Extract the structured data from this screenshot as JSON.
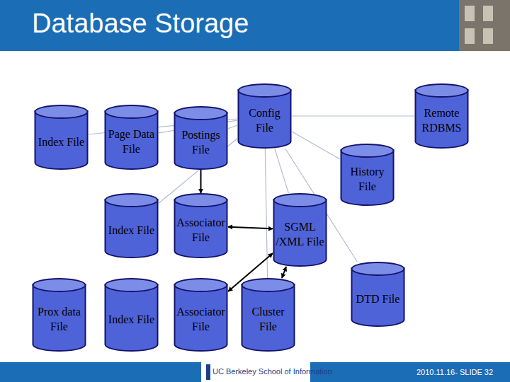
{
  "diagram": {
    "title": "Database Storage",
    "nodes": [
      {
        "text": [
          "Index File"
        ]
      },
      {
        "text": [
          "Page Data File"
        ]
      },
      {
        "text": [
          "Postings File"
        ]
      },
      {
        "text": [
          "Config File"
        ]
      },
      {
        "text": [
          "Remote RDBMS"
        ]
      },
      {
        "text": [
          "History File"
        ]
      },
      {
        "text": [
          "Index File"
        ]
      },
      {
        "text": [
          "Associator File"
        ]
      },
      {
        "text": [
          "SGML /XML File"
        ]
      },
      {
        "text": [
          "Prox data File"
        ]
      },
      {
        "text": [
          "Index File"
        ]
      },
      {
        "text": [
          "Associator File"
        ]
      },
      {
        "text": [
          "Cluster File"
        ]
      },
      {
        "text": [
          "DTD File"
        ]
      }
    ],
    "edges": [
      {
        "from": 3,
        "to": 0,
        "arrow": "none"
      },
      {
        "from": 3,
        "to": 1,
        "arrow": "none"
      },
      {
        "from": 3,
        "to": 2,
        "arrow": "none"
      },
      {
        "from": 3,
        "to": 4,
        "arrow": "none"
      },
      {
        "from": 3,
        "to": 5,
        "arrow": "none"
      },
      {
        "from": 3,
        "to": 6,
        "arrow": "none"
      },
      {
        "from": 3,
        "to": 8,
        "arrow": "none"
      },
      {
        "from": 3,
        "to": 12,
        "arrow": "none"
      },
      {
        "from": 3,
        "to": 13,
        "arrow": "none"
      },
      {
        "from": 2,
        "to": 7,
        "arrow": "to"
      },
      {
        "from": 7,
        "to": 8,
        "arrow": "both"
      },
      {
        "from": 8,
        "to": 11,
        "arrow": "both"
      },
      {
        "from": 8,
        "to": 12,
        "arrow": "both"
      }
    ],
    "labels": [
      "UC Berkeley School of Information",
      "2010.11.16- SLIDE 32"
    ]
  }
}
